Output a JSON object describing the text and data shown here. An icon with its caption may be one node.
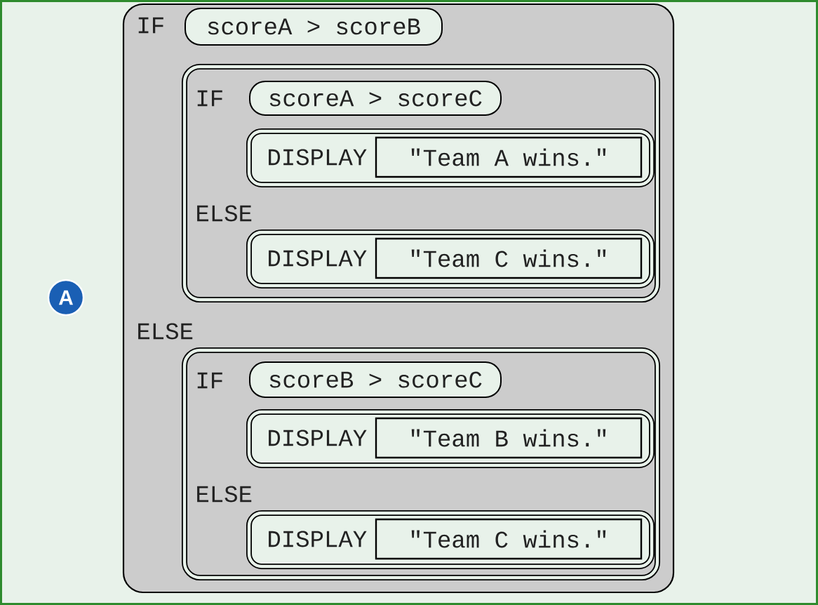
{
  "diagram": {
    "nodes": [
      {
        "text": [
          "IF",
          "ELSE"
        ]
      },
      {
        "text": [
          "scoreA > scoreB"
        ],
        "in": 0
      },
      {
        "text": [
          "IF",
          "ELSE"
        ],
        "in": 0
      },
      {
        "text": [
          "scoreA > scoreC"
        ],
        "in": 2
      },
      {
        "text": [
          "DISPLAY"
        ],
        "in": 2
      },
      {
        "text": [
          "\"Team A wins.\""
        ],
        "in": 4
      },
      {
        "text": [
          "DISPLAY"
        ],
        "in": 2
      },
      {
        "text": [
          "\"Team C wins.\""
        ],
        "in": 6
      },
      {
        "text": [
          "IF",
          "ELSE"
        ],
        "in": 0
      },
      {
        "text": [
          "scoreB > scoreC"
        ],
        "in": 8
      },
      {
        "text": [
          "DISPLAY"
        ],
        "in": 8
      },
      {
        "text": [
          "\"Team B wins.\""
        ],
        "in": 10
      },
      {
        "text": [
          "DISPLAY"
        ],
        "in": 8
      },
      {
        "text": [
          "\"Team C wins.\""
        ],
        "in": 12
      }
    ],
    "labels": [
      "A"
    ]
  }
}
